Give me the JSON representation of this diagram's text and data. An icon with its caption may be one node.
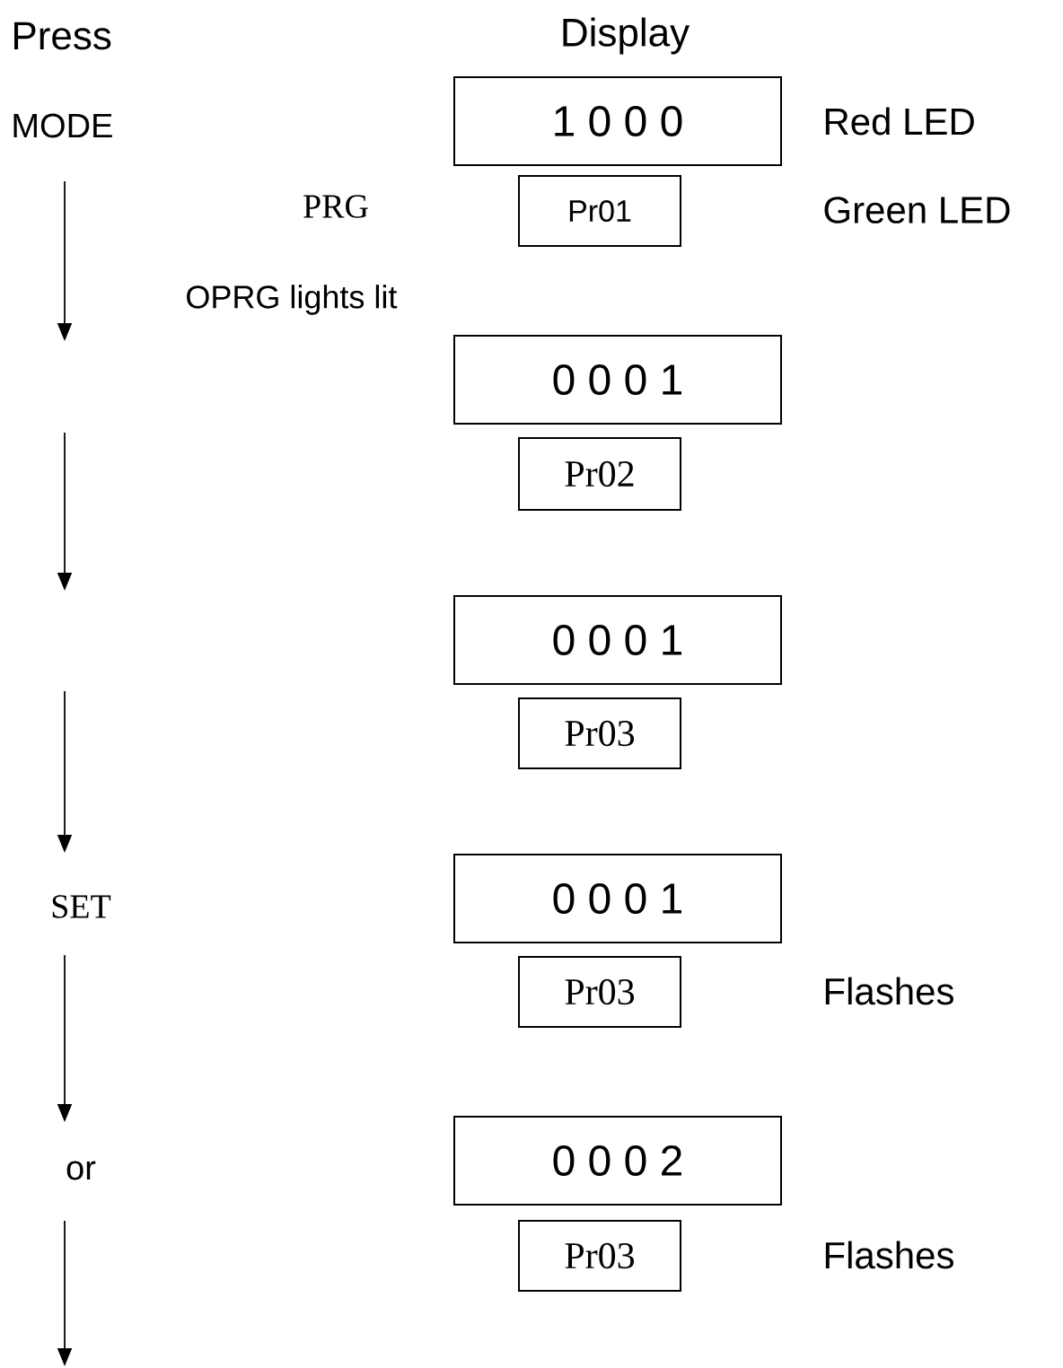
{
  "diagram": {
    "nodes": [
      {
        "text": [
          "1 0 0 0"
        ],
        "beside": [
          "Red LED"
        ]
      },
      {
        "text": [
          "Pr01"
        ]
      },
      {
        "text": [
          "0 0 0 1"
        ]
      },
      {
        "text": [
          "Pr02"
        ]
      },
      {
        "text": [
          "0 0 0 1"
        ]
      },
      {
        "text": [
          "Pr03"
        ]
      },
      {
        "text": [
          "0 0 0 1"
        ]
      },
      {
        "text": [
          "Pr03"
        ]
      },
      {
        "text": [
          "0 0 0 2"
        ]
      },
      {
        "text": [
          "Pr03"
        ]
      }
    ],
    "labels": [
      "Press",
      "Display",
      "MODE",
      "PRG",
      "Green LED",
      "OPRG lights lit",
      "SET",
      "Flashes",
      "or",
      "Flashes"
    ]
  }
}
